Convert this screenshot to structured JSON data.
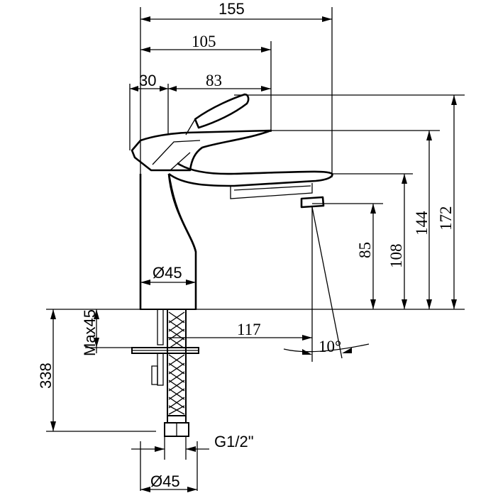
{
  "dimensions": {
    "overall_length": "155",
    "spout_reach": "105",
    "body_offset": "30",
    "lever_length": "83",
    "total_height": "172",
    "lever_height": "144",
    "spout_top_height": "108",
    "outlet_height": "85",
    "body_diameter": "Ø45",
    "base_diameter": "Ø45",
    "max_deck_thickness": "Max45",
    "hose_length": "338",
    "outlet_distance": "117",
    "spray_angle": "10°",
    "connection_thread": "G1/2\""
  }
}
